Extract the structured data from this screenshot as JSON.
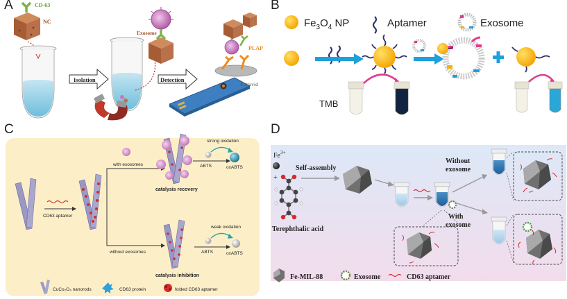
{
  "panels": {
    "a": {
      "letter": "A",
      "cd63": "CD-63",
      "nc": "NC",
      "exosome": "Exosome",
      "isolation": "Isolation",
      "detection": "Detection",
      "plap": "PLAP",
      "extravid": "Extravid"
    },
    "b": {
      "letter": "B",
      "fe3o4": "Fe",
      "fe3o4_sub": "3",
      "fe3o4_o": "O",
      "fe3o4_sub2": "4",
      "fe3o4_np": " NP",
      "aptamer": "Aptamer",
      "exosome": "Exosome",
      "tmb": "TMB"
    },
    "c": {
      "letter": "C",
      "with_exosomes": "with exosomes",
      "strong_oxidation": "strong oxidation",
      "abts_top": "ABTS",
      "oxabts_top": "oxABTS",
      "catalysis_recovery": "catalysis recovery",
      "cd63_aptamer": "CD63 aptamer",
      "without_exosomes": "without exosomes",
      "weak_oxidation": "weak oxidation",
      "abts_bottom": "ABTS",
      "oxabts_bottom": "oxABTS",
      "catalysis_inhibition": "catalysis inhibition",
      "legend_nanorods": "CuCo₂O₄ nanorods",
      "legend_protein": "CD63 protein",
      "legend_aptamer": "folded CD63 aptamer"
    },
    "d": {
      "letter": "D",
      "fe": "Fe",
      "fe_sup": "3+",
      "plus": "+",
      "self_assembly": "Self-assembly",
      "terephthalic": "Terephthalic acid",
      "without_exosome_1": "Without",
      "without_exosome_2": "exosome",
      "with_exosome_1": "With",
      "with_exosome_2": "exosome",
      "legend_mil": "Fe-MIL-88",
      "legend_exosome": "Exosome",
      "legend_aptamer": "CD63 aptamer"
    }
  },
  "colors": {
    "panel_c_bg": "#fcefc8",
    "panel_d_bg_top": "#dde8f7",
    "panel_d_bg_bottom": "#f2dcec",
    "arrow_blue": "#1ea0dc",
    "np_orange": "#f5b400",
    "tube_blue": "#7fc7e6",
    "exosome_pink": "#c777c0",
    "plap_orange": "#f08a1e",
    "cube_brown": "#b8714a",
    "cd63_green": "#7bb24a"
  }
}
